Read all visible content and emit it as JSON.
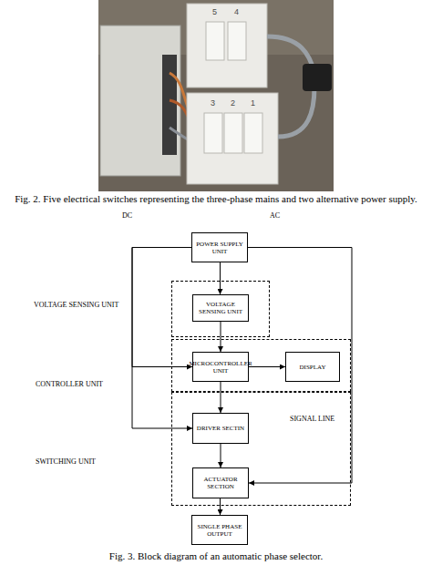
{
  "diagram": {
    "caption": "Fig. 3. Block diagram of an automatic phase selector.",
    "nodes": [
      {
        "text": [
          "POWER SUPPLY UNIT"
        ]
      },
      {
        "text": [
          "VOLTAGE SENSING UNIT"
        ]
      },
      {
        "text": [
          "VOLTAGE SENSING UNIT"
        ],
        "in": 1
      },
      {
        "text": [
          "CONTROLLER UNIT"
        ]
      },
      {
        "text": [
          "MICROCONTROLLER UNIT"
        ],
        "in": 3
      },
      {
        "text": [
          "DISPLAY"
        ],
        "in": 3
      },
      {
        "text": [
          "SWITCHING UNIT"
        ]
      },
      {
        "text": [
          "DRIVER SECTIN"
        ],
        "in": 6
      },
      {
        "text": [
          "ACTUATOR SECTION"
        ],
        "in": 6
      },
      {
        "text": [
          "SINGLE PHASE OUTPUT"
        ]
      }
    ],
    "edges": [
      {
        "from": 0,
        "to": 2,
        "arrow": "to"
      },
      {
        "from": 2,
        "to": 4,
        "arrow": "to"
      },
      {
        "from": 4,
        "to": 5,
        "arrow": "to"
      },
      {
        "from": 4,
        "to": 7,
        "arrow": "to"
      },
      {
        "from": 7,
        "to": 8,
        "arrow": "to"
      },
      {
        "from": 8,
        "to": 9,
        "arrow": "to"
      },
      {
        "from": 0,
        "to": 4,
        "arrow": "to"
      },
      {
        "from": 0,
        "to": 7,
        "arrow": "to"
      },
      {
        "from": 0,
        "to": 8,
        "arrow": "to"
      }
    ],
    "labels": [
      "Fig. 2. Five electrical switches representing the three-phase mains and two alternative power supply.",
      "DC",
      "AC",
      "SIGNAL LINE",
      "5",
      "4",
      "3",
      "2",
      "1"
    ]
  }
}
